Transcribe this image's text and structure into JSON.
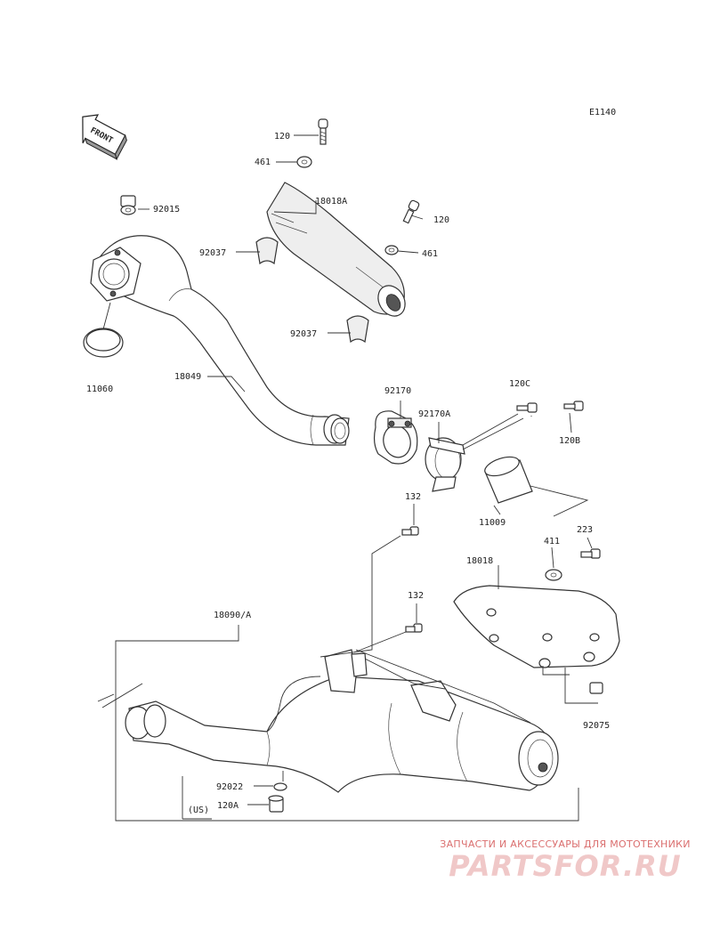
{
  "diagram": {
    "code": "E1140",
    "front_label": "FRONT",
    "labels": {
      "120_top": "120",
      "461_top": "461",
      "18018A": "18018A",
      "120_mid": "120",
      "461_mid": "461",
      "92015": "92015",
      "92037_top": "92037",
      "92037_bottom": "92037",
      "11060": "11060",
      "18049": "18049",
      "92170": "92170",
      "92170A": "92170A",
      "120C": "120C",
      "120B": "120B",
      "11009": "11009",
      "132_top": "132",
      "223": "223",
      "411": "411",
      "18018": "18018",
      "132_mid": "132",
      "18090A": "18090/A",
      "92075": "92075",
      "92022": "92022",
      "US": "(US)",
      "120A": "120A"
    }
  },
  "watermark": {
    "subtitle": "ЗАПЧАСТИ И АКСЕССУАРЫ ДЛЯ МОТОТЕХНИКИ",
    "brand": "PARTSFOR.RU"
  }
}
